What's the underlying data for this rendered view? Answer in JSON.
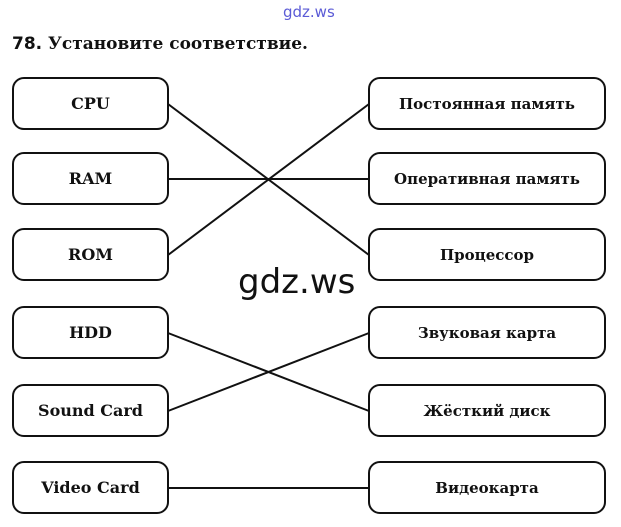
{
  "watermark_top": "gdz.ws",
  "watermark_center": "gdz.ws",
  "task": {
    "number": "78.",
    "text": "Установите соответствие."
  },
  "left_items": [
    "CPU",
    "RAM",
    "ROM",
    "HDD",
    "Sound Card",
    "Video Card"
  ],
  "right_items": [
    "Постоянная память",
    "Оперативная память",
    "Процессор",
    "Звуковая карта",
    "Жёсткий диск",
    "Видеокарта"
  ],
  "connections": [
    [
      0,
      2
    ],
    [
      1,
      1
    ],
    [
      2,
      0
    ],
    [
      3,
      4
    ],
    [
      4,
      3
    ],
    [
      5,
      5
    ]
  ]
}
